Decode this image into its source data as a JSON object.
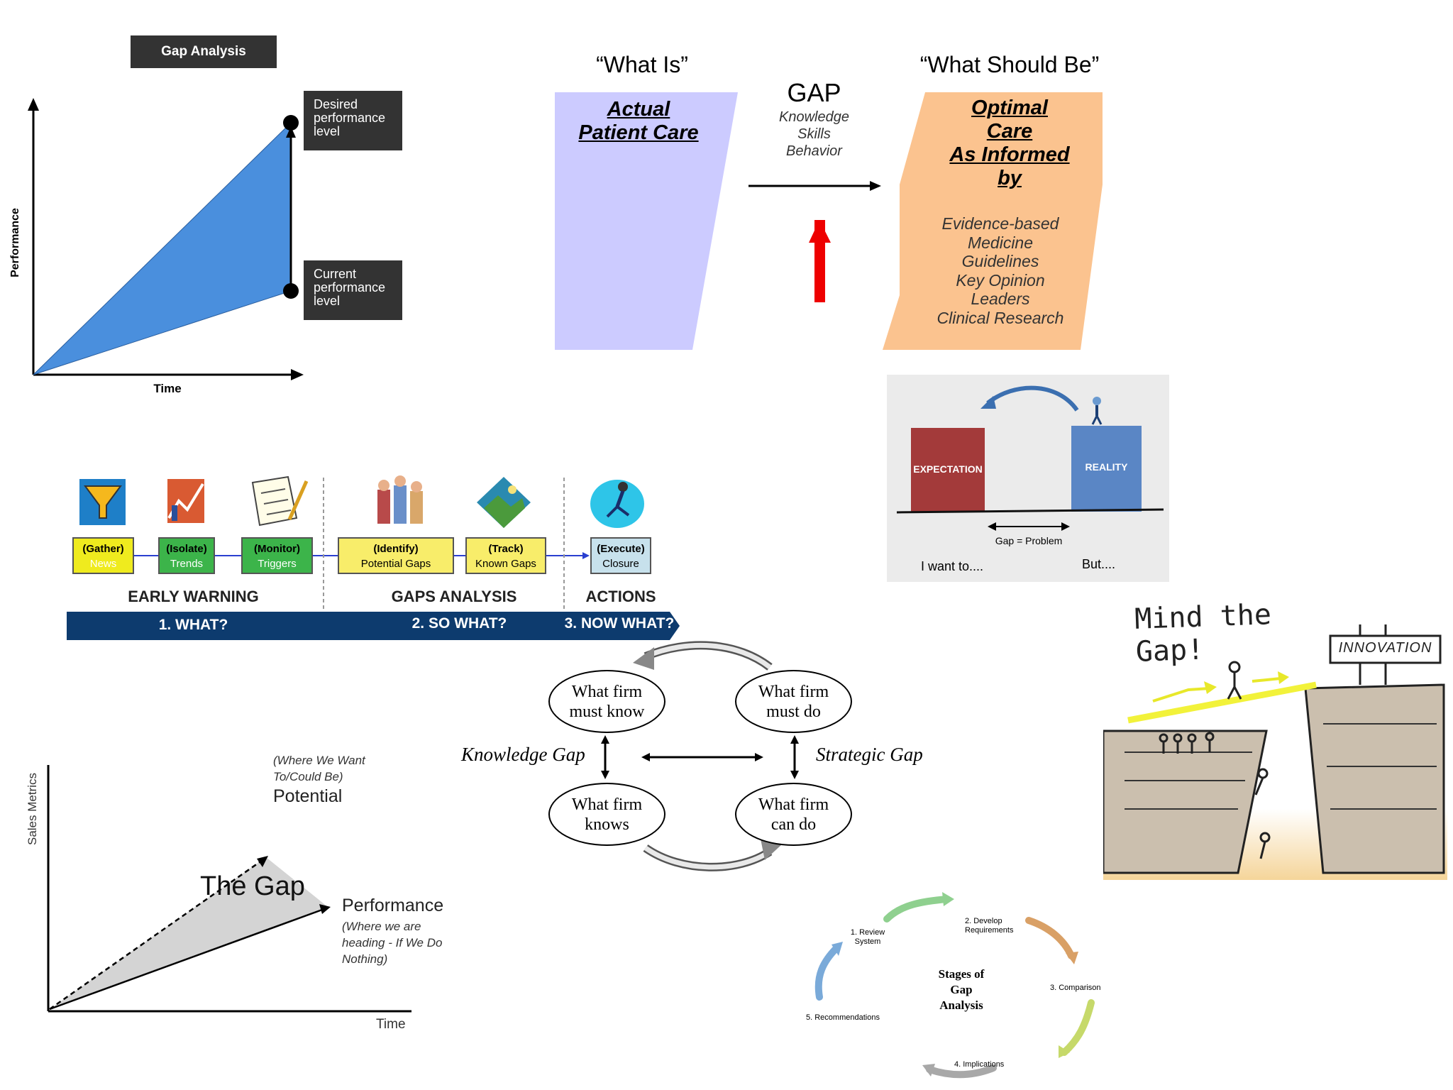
{
  "panel1": {
    "title": "Gap Analysis",
    "y_label": "Performance",
    "x_label": "Time",
    "desired_label": "Desired performance level",
    "current_label": "Current performance level",
    "color_fill": "#4a8fdd"
  },
  "panel2": {
    "what_is": "“What Is”",
    "what_should_be": "“What Should Be”",
    "actual_line1": "Actual",
    "actual_line2": "Patient Care",
    "gap_title": "GAP",
    "gap_items": [
      "Knowledge",
      "Skills",
      "Behavior"
    ],
    "optimal_lines": [
      "Optimal",
      "Care",
      "As Informed",
      "by"
    ],
    "optimal_items": [
      "Evidence-based",
      "Medicine",
      "Guidelines",
      "Key Opinion",
      "Leaders",
      "Clinical Research"
    ],
    "color_actual": "#cccbff",
    "color_optimal": "#fbc38f",
    "color_arrow": "#ee0000"
  },
  "panel3": {
    "expectation": "EXPECTATION",
    "reality": "REALITY",
    "gap_problem": "Gap = Problem",
    "i_want": "I want to....",
    "but": "But....",
    "color_expectation": "#a33a3a",
    "color_reality": "#5a86c5"
  },
  "panel4": {
    "steps": [
      {
        "top": "(Gather)",
        "bottom": "News"
      },
      {
        "top": "(Isolate)",
        "bottom": "Trends"
      },
      {
        "top": "(Monitor)",
        "bottom": "Triggers"
      },
      {
        "top": "(Identify)",
        "bottom": "Potential Gaps"
      },
      {
        "top": "(Track)",
        "bottom": "Known Gaps"
      },
      {
        "top": "(Execute)",
        "bottom": "Closure"
      }
    ],
    "phases": [
      "EARLY WARNING",
      "GAPS ANALYSIS",
      "ACTIONS"
    ],
    "banner": [
      "1. WHAT?",
      "2. SO WHAT?",
      "3. NOW WHAT?"
    ],
    "icons": [
      "funnel-icon",
      "chart-icon",
      "checklist-icon",
      "people-icon",
      "landscape-icon",
      "runner-icon"
    ],
    "color_banner": "#0d3b6e"
  },
  "panel5": {
    "must_know": "What firm must know",
    "must_do": "What firm must do",
    "knows": "What firm knows",
    "can_do": "What firm can do",
    "knowledge_gap": "Knowledge Gap",
    "strategic_gap": "Strategic Gap"
  },
  "panel6": {
    "title": "Mind the Gap!",
    "sign": "INNOVATION"
  },
  "panel7": {
    "y_label": "Sales Metrics",
    "x_label": "Time",
    "potential_note": "(Where We Want To/Could Be)",
    "potential": "Potential",
    "gap_label": "The Gap",
    "performance": "Performance",
    "performance_note": "(Where we are heading - If We Do Nothing)"
  },
  "panel8": {
    "center": [
      "Stages of",
      "Gap",
      "Analysis"
    ],
    "stages": [
      "1. Review System",
      "2. Develop Requirements",
      "3. Comparison",
      "4. Implications",
      "5. Recommendations"
    ]
  }
}
